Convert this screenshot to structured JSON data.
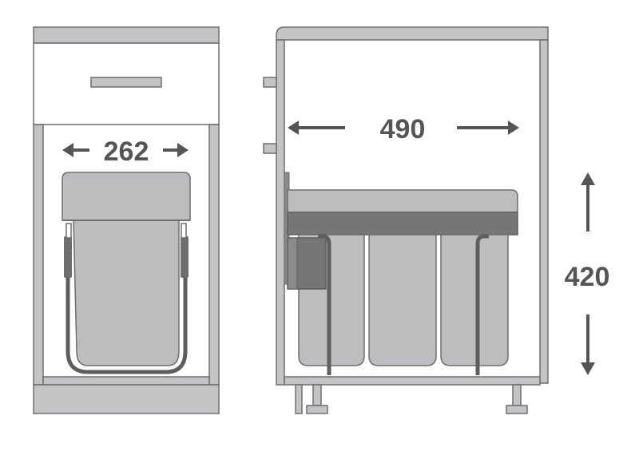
{
  "dimensions": {
    "width": "262",
    "depth": "490",
    "height": "420"
  },
  "colors": {
    "cabinet_panel": "#c4c4c6",
    "cabinet_outline": "#6e6e70",
    "bin_body": "#bdbdbf",
    "lid_band": "#767678",
    "frame_wire": "#5e5e60",
    "dimension_text": "#555555"
  }
}
